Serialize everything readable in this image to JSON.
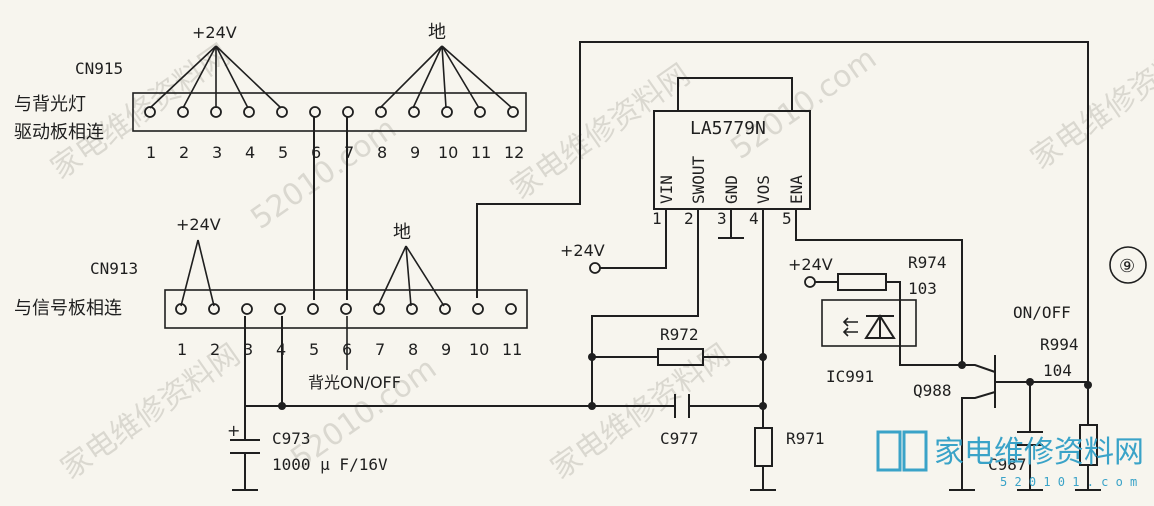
{
  "watermark": {
    "text": "家电维修资料网",
    "url": "52010.com",
    "logo_text": "家电维修资料网",
    "logo_url": "5 2 0 1 0 1 . c o m"
  },
  "figure_number": "⑨",
  "cn915": {
    "ref": "CN915",
    "desc_line1": "与背光灯",
    "desc_line2": "驱动板相连",
    "pins": [
      "1",
      "2",
      "3",
      "4",
      "5",
      "6",
      "7",
      "8",
      "9",
      "10",
      "11",
      "12"
    ],
    "v24": "+24V",
    "ground": "地"
  },
  "cn913": {
    "ref": "CN913",
    "desc": "与信号板相连",
    "pins": [
      "1",
      "2",
      "3",
      "4",
      "5",
      "6",
      "7",
      "8",
      "9",
      "10",
      "11"
    ],
    "v24": "+24V",
    "ground": "地",
    "pin6_label": "背光ON/OFF"
  },
  "ic": {
    "name": "LA5779N",
    "pin_names": [
      "VIN",
      "SWOUT",
      "GND",
      "VOS",
      "ENA"
    ],
    "pin_numbers": [
      "1",
      "2",
      "3",
      "4",
      "5"
    ]
  },
  "supply_vin": "+24V",
  "supply_led": "+24V",
  "components": {
    "r974": {
      "ref": "R974",
      "value": "103"
    },
    "r972": {
      "ref": "R972"
    },
    "r971": {
      "ref": "R971"
    },
    "c977": {
      "ref": "C977"
    },
    "c973": {
      "ref": "C973",
      "value": "1000 μ F/16V",
      "polarity": "+"
    },
    "ic991": {
      "ref": "IC991"
    },
    "q988": {
      "ref": "Q988"
    },
    "r994": {
      "ref": "R994",
      "value": "104"
    },
    "c987": {
      "ref": "C987"
    },
    "onoff": "ON/OFF"
  }
}
